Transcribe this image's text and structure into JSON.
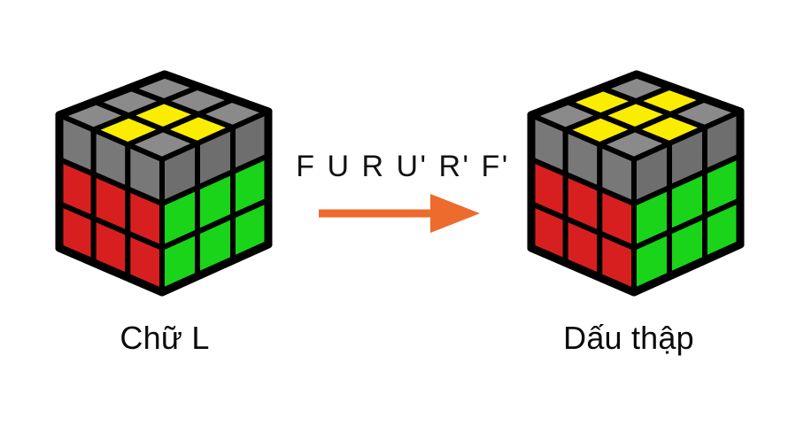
{
  "page": {
    "title": "Rubik's Cube OLL — Chữ L to Dấu thập",
    "background_color": "#ffffff"
  },
  "palette": {
    "yellow": "#FAED00",
    "gray": "#787878",
    "gray_top": "#8a8a8a",
    "gray_right": "#6e6e6e",
    "red": "#D81F20",
    "green": "#19D419",
    "outline": "#000000",
    "arrow_orange": "#EC6B2D",
    "text_dark": "#111111"
  },
  "algorithm": {
    "label": "F U R U' R' F'",
    "moves": [
      "F",
      "U",
      "R",
      "U'",
      "R'",
      "F'"
    ]
  },
  "arrow": {
    "direction": "right",
    "color": "#EC6B2D"
  },
  "cubes": [
    {
      "id": "left",
      "caption": "Chữ L",
      "state_name": "L-shape",
      "top_face": [
        [
          "gray",
          "yellow",
          "gray"
        ],
        [
          "gray",
          "yellow",
          "yellow"
        ],
        [
          "gray",
          "gray",
          "gray"
        ]
      ],
      "front_face": [
        [
          "gray",
          "gray",
          "gray"
        ],
        [
          "red",
          "red",
          "red"
        ],
        [
          "red",
          "red",
          "red"
        ]
      ],
      "right_face": [
        [
          "gray",
          "gray",
          "gray"
        ],
        [
          "green",
          "green",
          "green"
        ],
        [
          "green",
          "green",
          "green"
        ]
      ]
    },
    {
      "id": "right",
      "caption": "Dấu thập",
      "state_name": "cross",
      "top_face": [
        [
          "gray",
          "yellow",
          "gray"
        ],
        [
          "yellow",
          "yellow",
          "yellow"
        ],
        [
          "gray",
          "yellow",
          "gray"
        ]
      ],
      "front_face": [
        [
          "gray",
          "gray",
          "gray"
        ],
        [
          "red",
          "red",
          "red"
        ],
        [
          "red",
          "red",
          "red"
        ]
      ],
      "right_face": [
        [
          "gray",
          "gray",
          "gray"
        ],
        [
          "green",
          "green",
          "green"
        ],
        [
          "green",
          "green",
          "green"
        ]
      ]
    }
  ]
}
